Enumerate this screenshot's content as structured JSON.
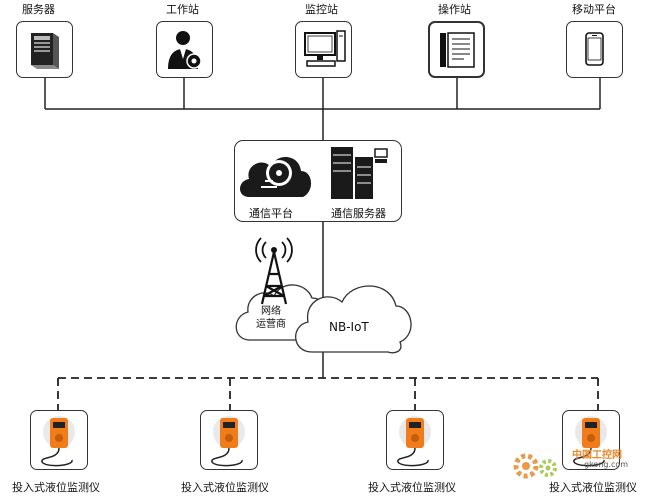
{
  "top_nodes": [
    {
      "id": "server",
      "label": "服务器",
      "icon": "server-tower-icon"
    },
    {
      "id": "workstation",
      "label": "工作站",
      "icon": "user-gear-icon"
    },
    {
      "id": "monitor",
      "label": "监控站",
      "icon": "desktop-computer-icon"
    },
    {
      "id": "operator",
      "label": "操作站",
      "icon": "operation-panel-icon"
    },
    {
      "id": "mobile",
      "label": "移动平台",
      "icon": "smartphone-icon"
    }
  ],
  "center": {
    "comm_platform": "通信平台",
    "comm_server": "通信服务器"
  },
  "network": {
    "operator_line1": "网络",
    "operator_line2": "运营商",
    "nbiot": "NB-IoT"
  },
  "devices": [
    {
      "label": "投入式液位监测仪",
      "icon": "level-sensor-icon"
    },
    {
      "label": "投入式液位监测仪",
      "icon": "level-sensor-icon"
    },
    {
      "label": "投入式液位监测仪",
      "icon": "level-sensor-icon"
    },
    {
      "label": "投入式液位监测仪",
      "icon": "level-sensor-icon"
    }
  ],
  "watermark": {
    "line1": "中国工控网",
    "line2": "gkong.com"
  },
  "colors": {
    "line": "#222222",
    "device_orange": "#f07d1a",
    "watermark": "#e8892a"
  }
}
